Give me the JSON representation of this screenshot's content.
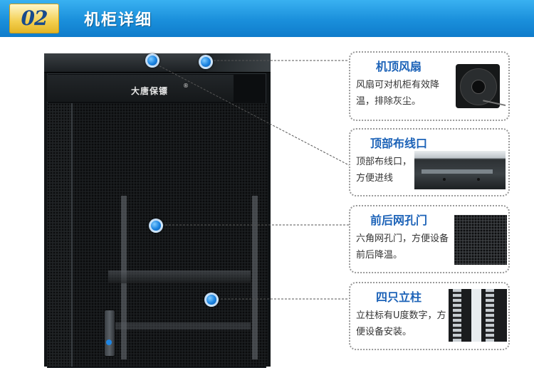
{
  "header": {
    "badge": "02",
    "title": "机柜详细"
  },
  "cabinet": {
    "brand": "大唐保镖"
  },
  "features": [
    {
      "title": "机顶风扇",
      "desc": "风扇可对机柜有效降温，排除灰尘。"
    },
    {
      "title": "顶部布线口",
      "desc": "顶部布线口，方便进线"
    },
    {
      "title": "前后网孔门",
      "desc": "六角网孔门，方便设备前后降温。"
    },
    {
      "title": "四只立柱",
      "desc": "立柱标有U度数字，方便设备安装。"
    }
  ],
  "icons": {
    "marker": "blue-dot-marker-icon",
    "fan": "cooling-fan-icon"
  },
  "colors": {
    "header_blue": "#1a8fdb",
    "badge_gold": "#f3cf4f",
    "title_blue": "#1d63b8",
    "marker_blue": "#1a82e0"
  }
}
